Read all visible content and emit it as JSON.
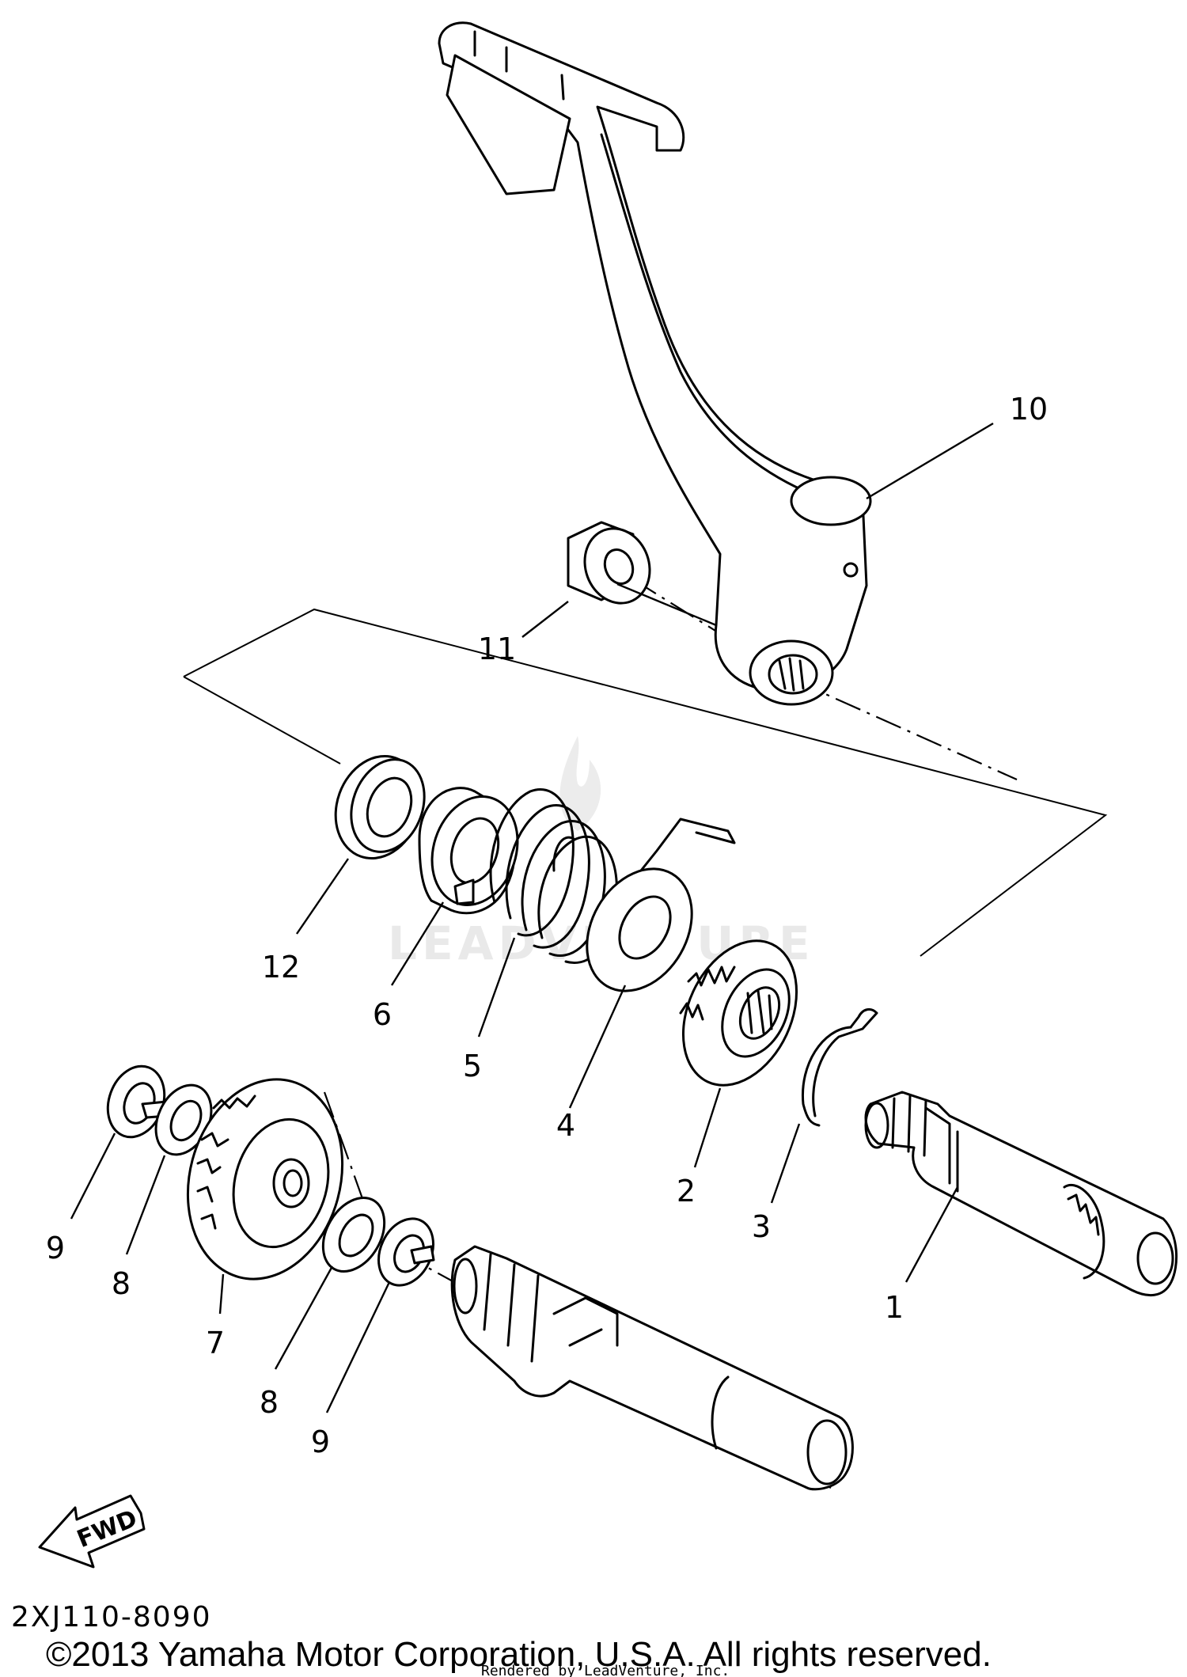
{
  "diagram": {
    "callouts": {
      "p1": "1",
      "p2": "2",
      "p3": "3",
      "p4": "4",
      "p5": "5",
      "p6": "6",
      "p7": "7",
      "p8a": "8",
      "p8b": "8",
      "p9a": "9",
      "p9b": "9",
      "p10": "10",
      "p11": "11",
      "p12": "12"
    },
    "direction_label": "FWD",
    "diagram_code": "2XJ110-8090",
    "copyright": "©2013 Yamaha Motor Corporation, U.S.A. All rights reserved.",
    "rendered_by": "Rendered by LeadVenture, Inc.",
    "watermark": "LEADVENTURE"
  }
}
